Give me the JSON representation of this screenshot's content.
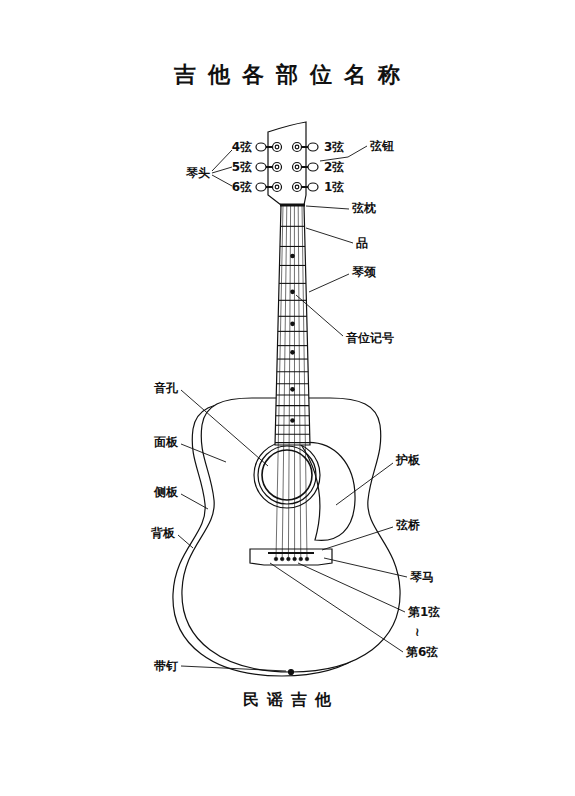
{
  "diagram": {
    "title": "吉他各部位名称",
    "caption": "民谣吉他",
    "labels": [
      "琴头",
      "4弦",
      "5弦",
      "6弦",
      "3弦",
      "2弦",
      "1弦",
      "弦钮",
      "弦枕",
      "品",
      "琴颈",
      "音位记号",
      "音孔",
      "面板",
      "侧板",
      "背板",
      "护板",
      "弦桥",
      "琴马",
      "第1弦",
      "≀",
      "第6弦",
      "带钉"
    ]
  }
}
